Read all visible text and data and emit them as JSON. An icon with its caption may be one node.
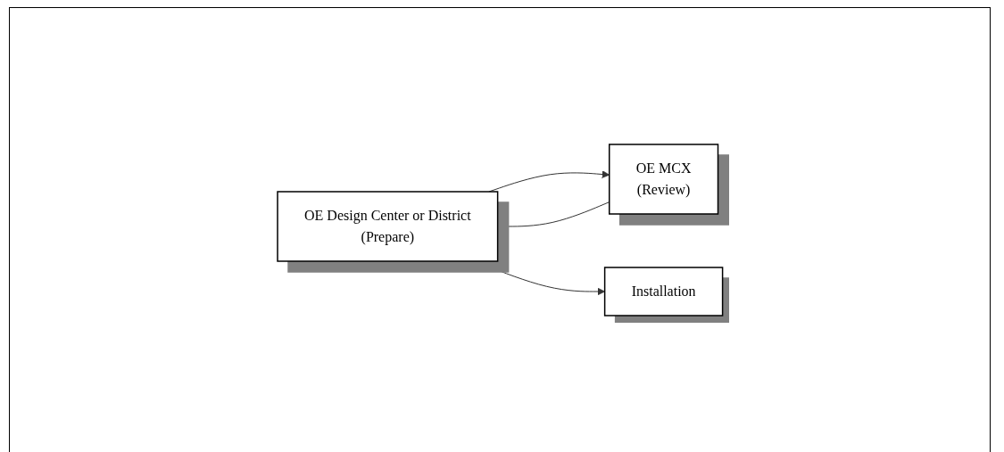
{
  "diagram": {
    "nodes": [
      {
        "text": [
          "OE Design Center or District",
          "(Prepare)"
        ]
      },
      {
        "text": [
          "OE MCX",
          "(Review)"
        ]
      },
      {
        "text": [
          "Installation"
        ]
      }
    ],
    "edges": [
      {
        "from": 0,
        "to": 1,
        "arrow": "to"
      },
      {
        "from": 1,
        "to": 0,
        "arrow": "to"
      },
      {
        "from": 0,
        "to": 2,
        "arrow": "to"
      }
    ]
  }
}
